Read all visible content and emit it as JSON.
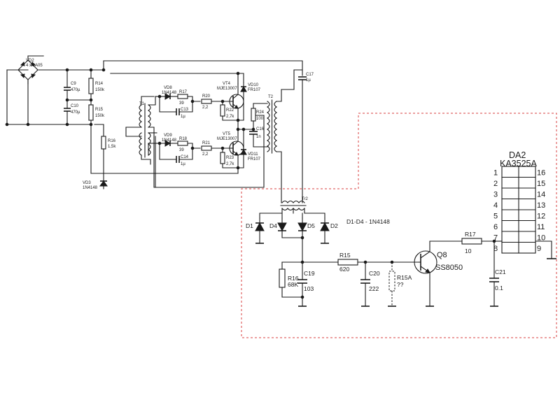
{
  "labels": {
    "vd2": "VD2",
    "vd2_val": "4 x 2A05",
    "c9": "C9",
    "c9_val": "470µ",
    "c10": "C10",
    "c10_val": "470µ",
    "r14": "R14",
    "r14_val": "150k",
    "r15a": "R15",
    "r15a_val": "150k",
    "r16": "R16",
    "r16_val": "1,5k",
    "vd3": "VD3",
    "vd3_val": "1N4148",
    "t1": "T1",
    "vd8": "VD8",
    "vd8_val": "1N4148",
    "r17a": "R17",
    "r17a_val": "39",
    "c13": "C13",
    "c13_val": "1µ",
    "r20": "R20",
    "r20_val": "2,2",
    "r22": "R22",
    "r22_val": "2,7k",
    "vt4": "VT4",
    "vt4_val": "MJE13007",
    "vd10": "VD10",
    "vd10_val": "FR107",
    "c17": "C17",
    "c17_val": "1µ",
    "r24": "R24",
    "r24_val": "100",
    "c16": "C16",
    "c16_val": "1n",
    "t2": "T2",
    "vd9": "VD9",
    "vd9_val": "1N4148",
    "r18": "R18",
    "r18_val": "39",
    "c14": "C14",
    "c14_val": "1µ",
    "r21": "R21",
    "r21_val": "2,2",
    "r23": "R23",
    "r23_val": "2,7k",
    "vt5": "VT5",
    "vt5_val": "MJE13007",
    "vd11": "VD11",
    "vd11_val": "FR107",
    "tr2": "Tr2",
    "d1": "D1",
    "d4": "D4",
    "d5": "D5",
    "d2": "D2",
    "d_note": "D1-D4 - 1N4148",
    "r15": "R15",
    "r15_val": "620",
    "r16b": "R16",
    "r16b_val": "68K",
    "c19": "C19",
    "c19_val": "103",
    "c20": "C20",
    "c20_val": "222",
    "r15a_opt": "R15A",
    "r15a_opt_val": "??",
    "q8": "Q8",
    "q8_val": "SS8050",
    "r17": "R17",
    "r17_val": "10",
    "c21": "C21",
    "c21_val": "0.1",
    "da2": "DA2",
    "da2_val": "KA3525A"
  },
  "ic_pins": {
    "left": [
      "1",
      "2",
      "3",
      "4",
      "5",
      "6",
      "7",
      "8"
    ],
    "right": [
      "16",
      "15",
      "14",
      "13",
      "12",
      "11",
      "10",
      "9"
    ]
  },
  "colors": {
    "wire": "#1a1a1a",
    "dashed_region": "#d84040",
    "background": "#ffffff"
  }
}
